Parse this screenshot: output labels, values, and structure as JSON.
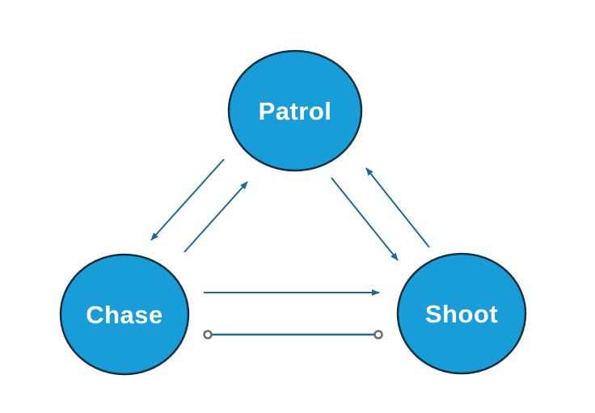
{
  "diagram": {
    "type": "state-machine",
    "nodes": [
      {
        "id": "patrol",
        "label": "Patrol"
      },
      {
        "id": "chase",
        "label": "Chase"
      },
      {
        "id": "shoot",
        "label": "Shoot"
      }
    ],
    "edges": [
      {
        "from": "Patrol",
        "to": "Chase",
        "style": "arrow"
      },
      {
        "from": "Chase",
        "to": "Patrol",
        "style": "arrow"
      },
      {
        "from": "Patrol",
        "to": "Shoot",
        "style": "arrow"
      },
      {
        "from": "Shoot",
        "to": "Patrol",
        "style": "arrow"
      },
      {
        "from": "Chase",
        "to": "Shoot",
        "style": "arrow"
      },
      {
        "from": "Chase",
        "to": "Shoot",
        "style": "line-with-open-circle-endpoints"
      }
    ],
    "colors": {
      "background": "#ffffff",
      "node_fill": "#199DD9",
      "node_border": "#16303E",
      "node_text": "#ffffff",
      "arrow": "#1F6A8F",
      "endpoint_circle_stroke": "#6B6B6B",
      "endpoint_circle_fill": "#ffffff"
    }
  }
}
